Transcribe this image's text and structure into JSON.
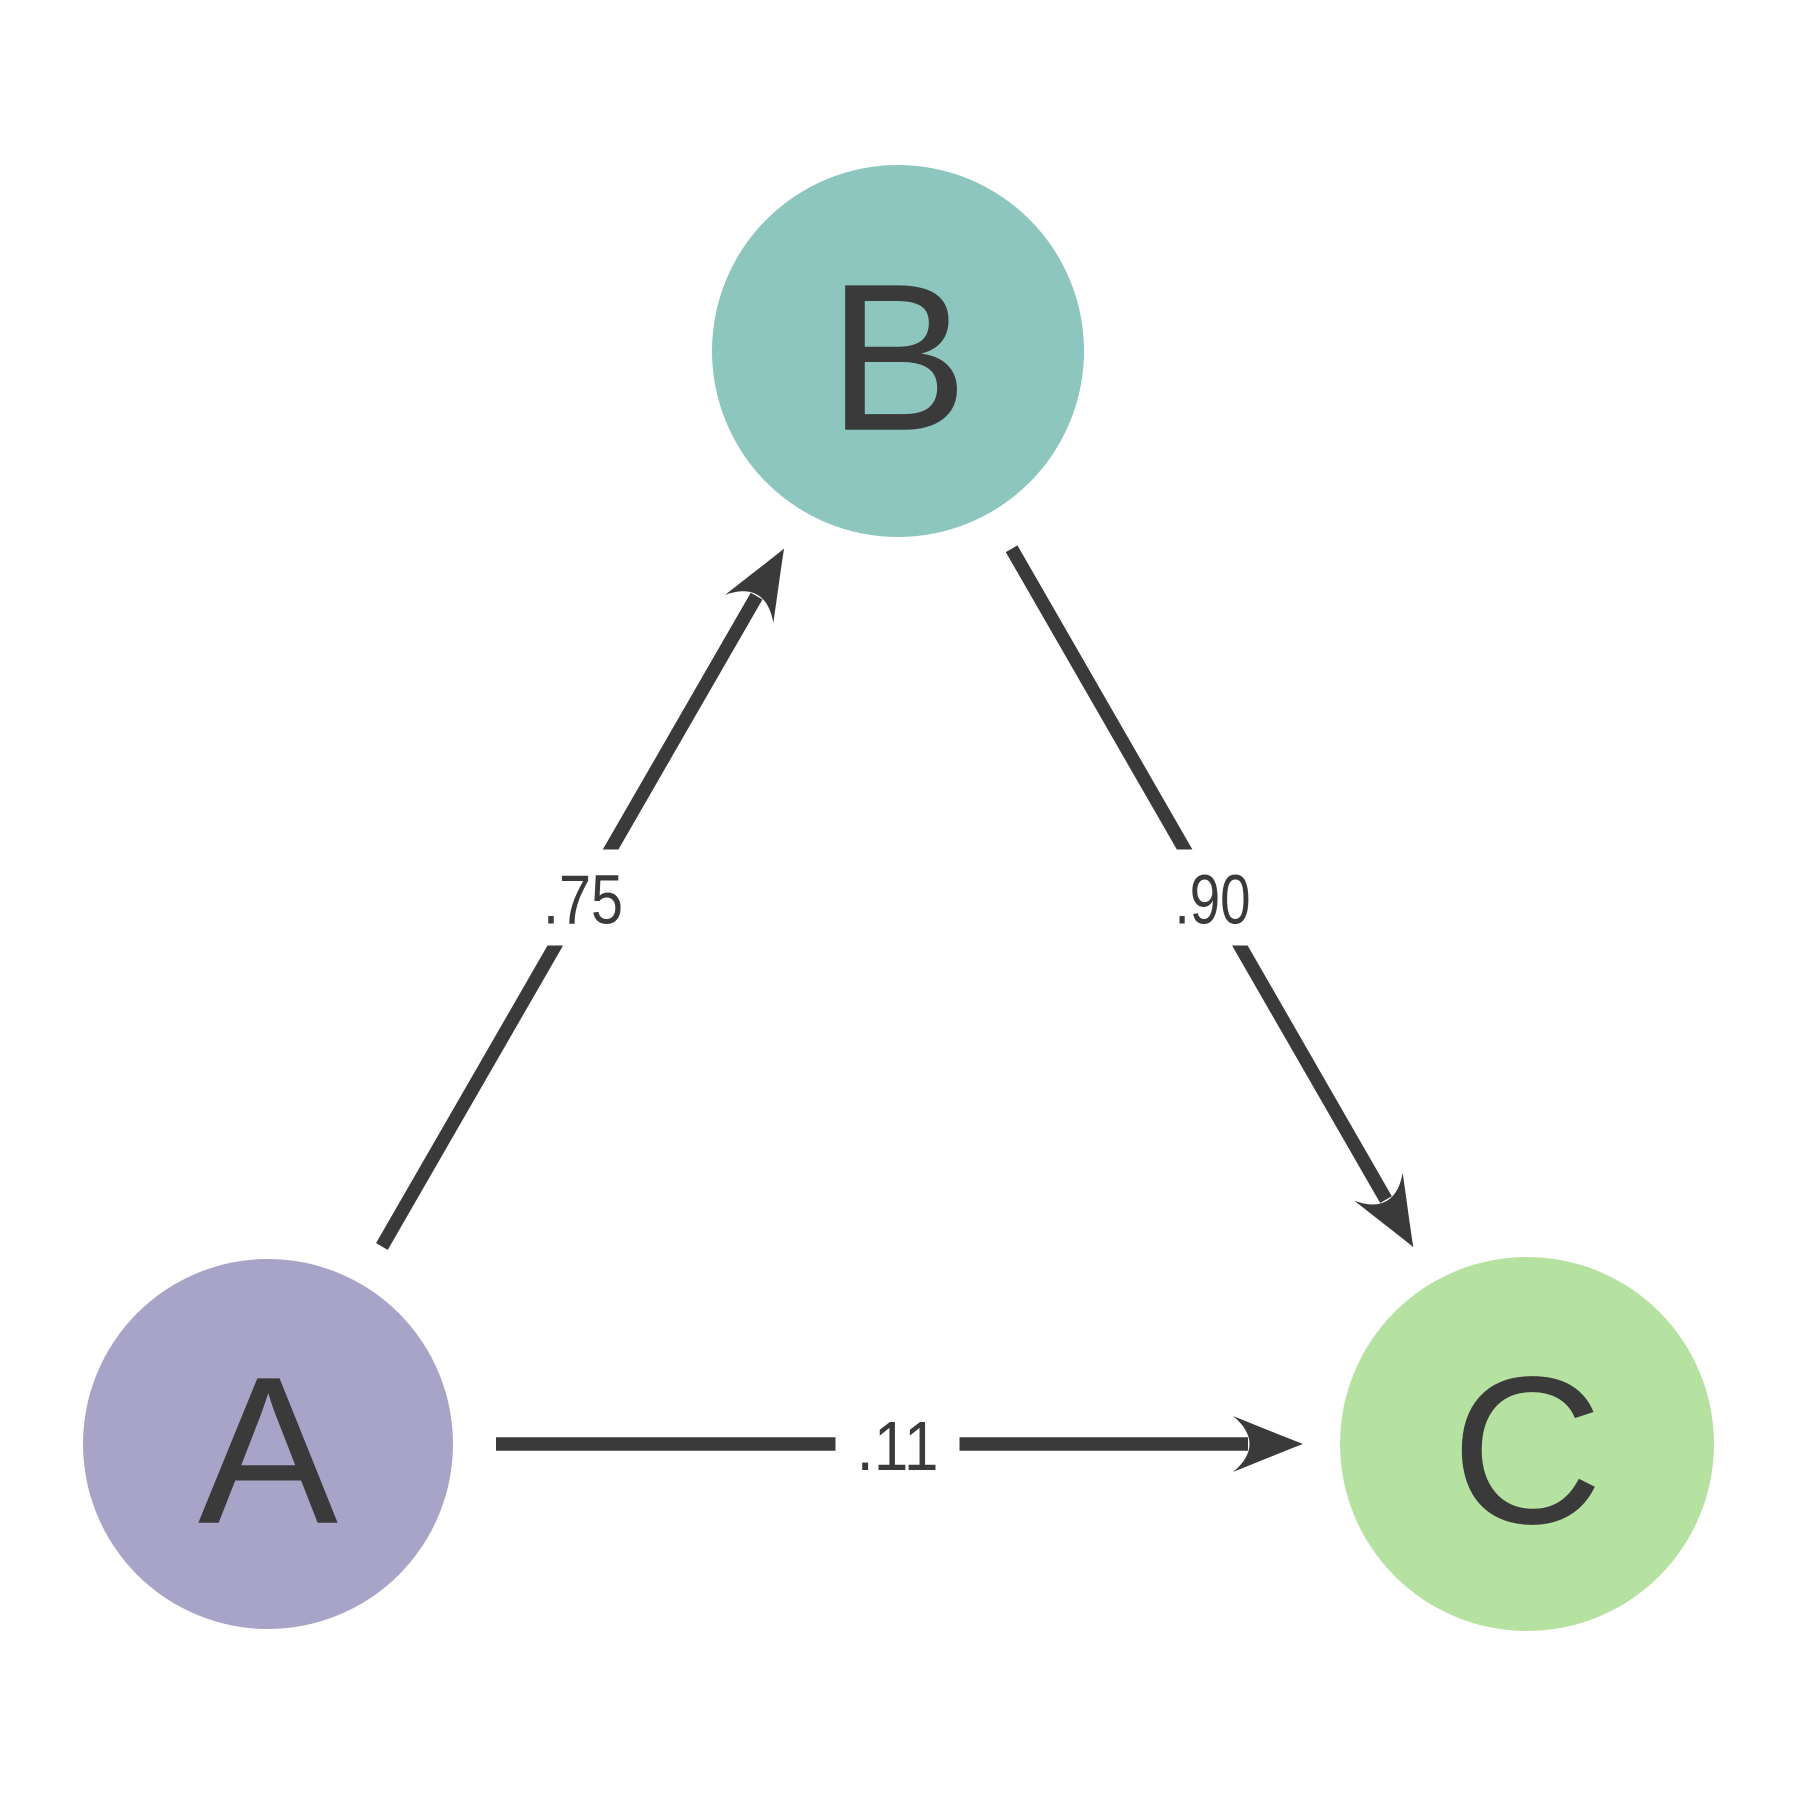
{
  "diagram": {
    "type": "directed-graph",
    "background": "#ffffff",
    "edge_color": "#3a3a3a",
    "label_color": "#3a3a3a",
    "nodes": [
      {
        "id": "A",
        "label": "A",
        "color": "#a7a4c8"
      },
      {
        "id": "B",
        "label": "B",
        "color": "#8dc5bf"
      },
      {
        "id": "C",
        "label": "C",
        "color": "#b5e2a0"
      }
    ],
    "edges": [
      {
        "from": "A",
        "to": "B",
        "weight": ".75"
      },
      {
        "from": "B",
        "to": "C",
        "weight": ".90"
      },
      {
        "from": "A",
        "to": "C",
        "weight": ".11"
      }
    ]
  }
}
